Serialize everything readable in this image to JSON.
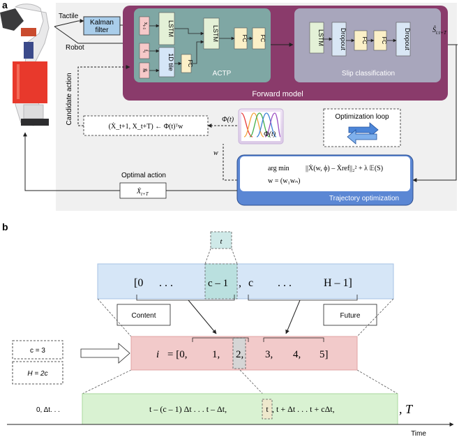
{
  "panel_a": {
    "label": "a",
    "inputs": {
      "tactile": "Tactile",
      "robot": "Robot"
    },
    "kalman": [
      "Kalman",
      "filter"
    ],
    "actp": {
      "title": "ACTP",
      "input_x": "x",
      "input_x_sub": "t-1",
      "input_f": "f",
      "input_f_sub": "t",
      "input_g": "g",
      "input_g_sub": "t",
      "lstm1": "LSTM",
      "lstm2": "LSTM",
      "tile": "1D tile",
      "fc_small": "FC",
      "fc1": "FC",
      "fc2": "FC"
    },
    "slip": {
      "title": "Slip classification",
      "lstm": "LSTM",
      "dropout1": "Dropout",
      "fc1": "FC",
      "fc2": "FC",
      "dropout2": "Dropout"
    },
    "forward_model": "Forward model",
    "output": "Ŝ",
    "output_sub": "t:t+T",
    "candidate_action": "Candidate action",
    "basis_eq": "(Ẋ_t+1, X_t+T) ← Φ(t)ᵀw",
    "phi_label": "Φ(t)",
    "phi_box": "Φ(t)",
    "w_label": "w",
    "optimization_loop": "Optimization loop",
    "opt": {
      "argmin": "arg min",
      "objective": "||Ẋ(w, ϕ) – Ẋref||₂² + λ 𝔼(S)",
      "w_def": "w = (w₁wₙ)",
      "title": "Trajectory optimization"
    },
    "optimal_action": "Optimal action",
    "optimal_box": "Ẋ",
    "optimal_box_sub": "t+T"
  },
  "panel_b": {
    "label": "b",
    "t_box": "t",
    "sequence": [
      "[0",
      ". . .",
      "c – 1",
      ",",
      "c",
      ". . .",
      "H – 1]"
    ],
    "content": "Content",
    "future": "Future",
    "c_eq": "c = 3",
    "h_eq": "H = 2c",
    "i_label": "i",
    "i_values": [
      "= [0,",
      "1,",
      "2,",
      "3,",
      "4,",
      "5]"
    ],
    "left_label": "0, Δt. . .",
    "time_expr_a": "t – (c – 1) Δt . . . t – Δt,",
    "time_t": "t",
    "time_expr_b": ", t + Δt . . . t + cΔt,",
    "T_label": ", T",
    "axis_label": "Time"
  },
  "colors": {
    "forward_model": "#8a3b6b",
    "actp": "#7fa7a4",
    "slip": "#a8a6bc",
    "opt_box": "#5b87d4",
    "seq_band": "#d6e6f7",
    "i_band": "#f2caca",
    "time_band": "#d9f2d2"
  }
}
